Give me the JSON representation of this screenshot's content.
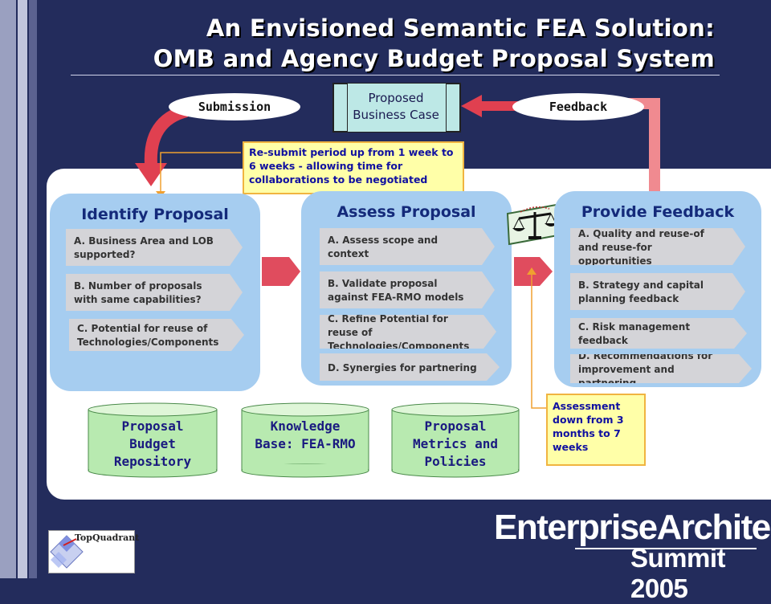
{
  "title": {
    "line1": "An Envisioned Semantic FEA Solution:",
    "line2": "OMB and Agency  Budget Proposal System"
  },
  "flow": {
    "submission": "Submission",
    "feedback": "Feedback",
    "proposed_line1": "Proposed",
    "proposed_line2": "Business Case"
  },
  "notes": {
    "resubmit": "Re-submit period up from 1 week to 6 weeks - allowing time for collaborations to be negotiated",
    "assessment": "Assessment down from 3 months to 7 weeks"
  },
  "stages": {
    "identify": {
      "title": "Identify Proposal",
      "items": [
        "A. Business Area and LOB supported?",
        "B. Number of proposals with same capabilities?",
        "C.  Potential for reuse of Technologies/Components"
      ]
    },
    "assess": {
      "title": "Assess Proposal",
      "items": [
        "A. Assess scope and context",
        "B. Validate proposal against FEA-RMO models",
        "C.  Refine Potential for reuse of Technologies/Components",
        "D.  Synergies for partnering"
      ]
    },
    "feedback": {
      "title": "Provide Feedback",
      "items": [
        "A. Quality and reuse-of and reuse-for  opportunities",
        "B. Strategy and capital planning feedback",
        "C. Risk management feedback",
        "D. Recommendations for improvement and partnering"
      ]
    }
  },
  "repositories": [
    "Proposal Budget Repository",
    "Knowledge Base: FEA-RMO",
    "Proposal Metrics and Policies"
  ],
  "logo": "TopQuadrant",
  "brand": {
    "line1": "EnterpriseArchitect",
    "line2": "Summit 2005"
  },
  "colors": {
    "background": "#232c5c",
    "stage_fill": "#a6cdf0",
    "item_fill": "#d4d4d8",
    "cylinder_fill": "#b8eab0",
    "arrow_red": "#e04050",
    "note_fill": "#ffffa8"
  },
  "icons": [
    "scales-of-justice-icon",
    "topquadrant-logo-icon"
  ]
}
